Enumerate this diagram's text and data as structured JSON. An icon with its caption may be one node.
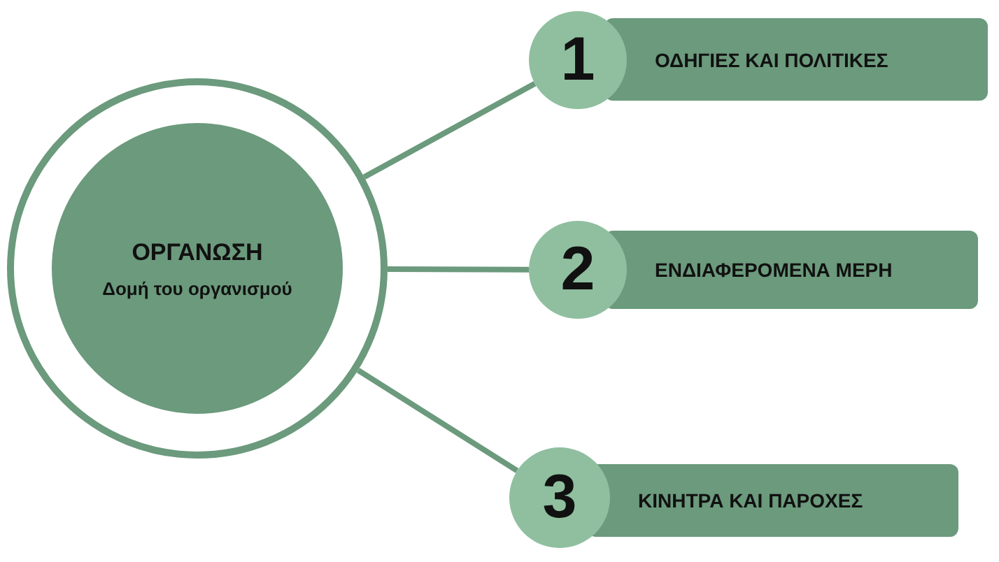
{
  "diagram": {
    "nodes": [
      {
        "text": [
          "ΟΡΓΑΝΩΣΗ",
          "Δομή του οργανισμού"
        ]
      },
      {
        "text": [
          "1"
        ]
      },
      {
        "text": [
          "ΟΔΗΓΙΕΣ ΚΑΙ ΠΟΛΙΤΙΚΕΣ"
        ]
      },
      {
        "text": [
          "2"
        ]
      },
      {
        "text": [
          "ΕΝΔΙΑΦΕΡΟΜΕΝΑ ΜΕΡΗ"
        ]
      },
      {
        "text": [
          "3"
        ]
      },
      {
        "text": [
          "ΚΙΝΗΤΡΑ ΚΑΙ ΠΑΡΟΧΕΣ"
        ]
      }
    ],
    "edges": [
      {
        "from": 0,
        "to": 1,
        "arrow": "none"
      },
      {
        "from": 0,
        "to": 3,
        "arrow": "none"
      },
      {
        "from": 0,
        "to": 5,
        "arrow": "none"
      }
    ]
  }
}
